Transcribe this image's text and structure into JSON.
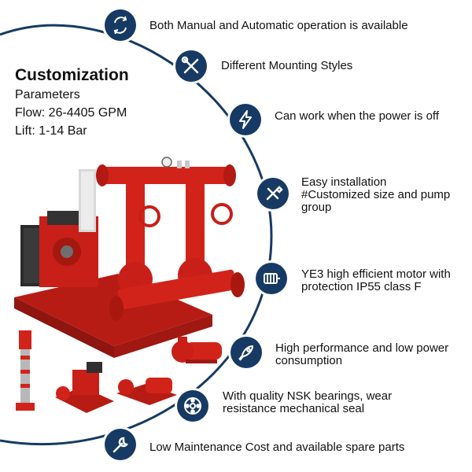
{
  "heading": {
    "title": "Customization",
    "params_label": "Parameters",
    "flow": "Flow: 26-4405 GPM",
    "lift": "Lift: 1-14 Bar"
  },
  "features": [
    {
      "text": "Both Manual and Automatic operation is available",
      "icon": "manual-automatic-icon"
    },
    {
      "text": "Different Mounting Styles",
      "icon": "tools-icon"
    },
    {
      "text": "Can work when the power is off",
      "icon": "lightning-icon"
    },
    {
      "text": "Easy installation #Customized size and pump group",
      "icon": "wrench-screwdriver-icon"
    },
    {
      "text": "YE3 high efficient motor with protection IP55 class F",
      "icon": "motor-icon"
    },
    {
      "text": "High performance and low power consumption",
      "icon": "rocket-icon"
    },
    {
      "text": "With quality NSK bearings, wear resistance mechanical seal",
      "icon": "bearing-icon"
    },
    {
      "text": "Low Maintenance Cost and available spare parts",
      "icon": "wrench-icon"
    }
  ],
  "colors": {
    "arc": "#163a63",
    "icon_bg": "#163a63",
    "pump_red": "#d2231b",
    "base_red": "#b71c14",
    "engine_dark": "#2b2b2b"
  }
}
